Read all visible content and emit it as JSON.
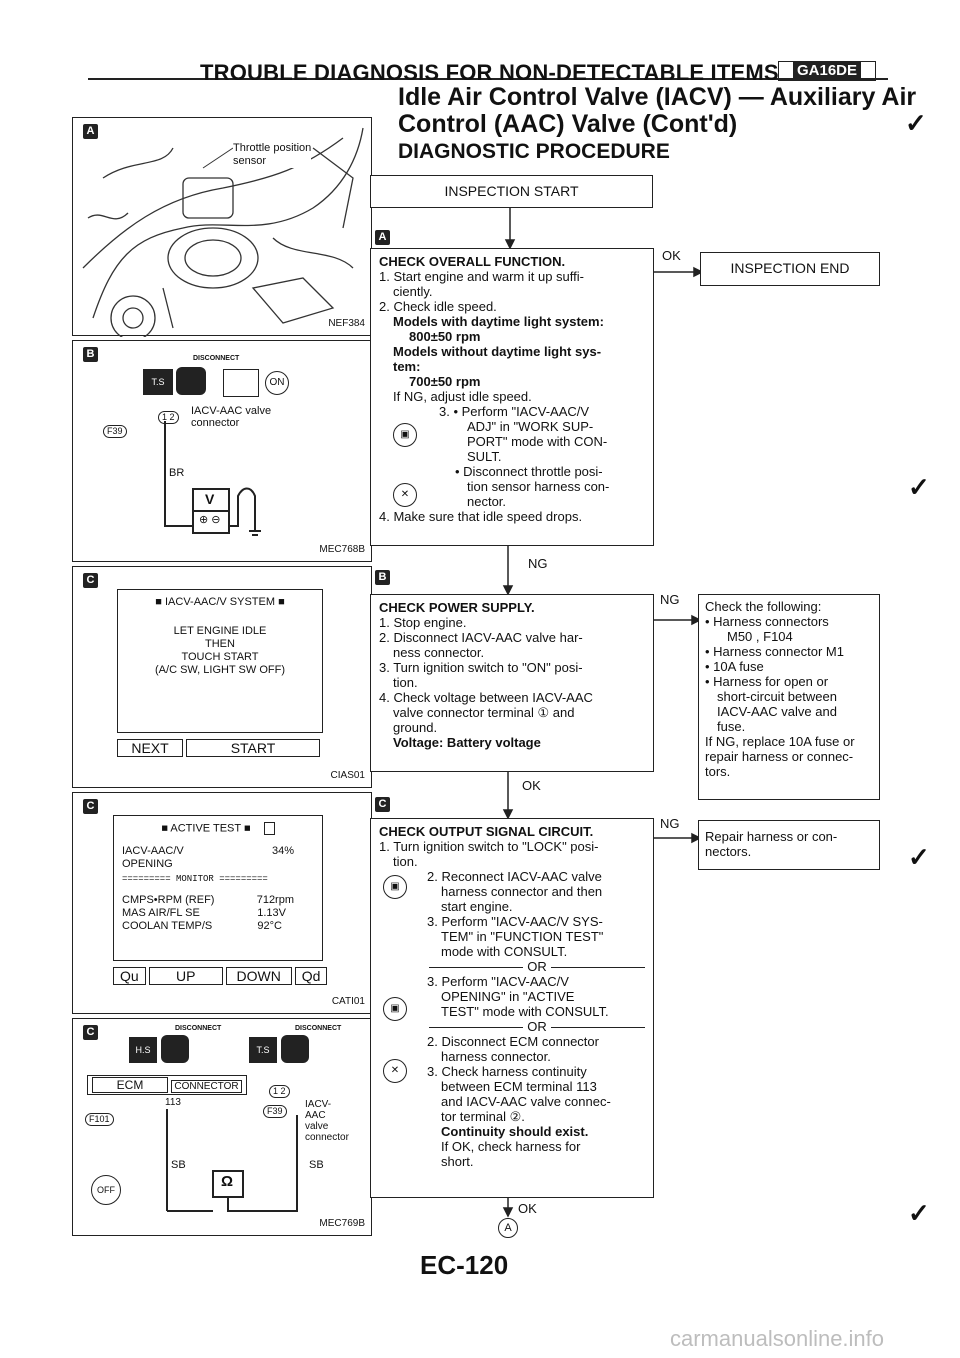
{
  "page": {
    "header": "TROUBLE DIAGNOSIS FOR NON-DETECTABLE ITEMS",
    "header_badge": "GA16DE",
    "title_line1": "Idle Air Control Valve (IACV) — Auxiliary Air",
    "title_line2": "Control (AAC) Valve (Cont'd)",
    "subtitle": "DIAGNOSTIC PROCEDURE",
    "page_number": "EC-120",
    "footer_url": "carmanualsonline.info"
  },
  "figures": {
    "a": {
      "badge": "A",
      "label1": "Throttle position",
      "label2": "sensor",
      "code": "NEF384"
    },
    "b": {
      "badge": "B",
      "disconnect": "DISCONNECT",
      "connector_pins": "1 2",
      "connector_label1": "IACV-AAC valve",
      "connector_label2": "connector",
      "conn_id": "F39",
      "wire": "BR",
      "meter": "V",
      "code": "MEC768B"
    },
    "c1": {
      "badge": "C",
      "screen_title": "IACV-AAC/V SYSTEM",
      "line1": "LET ENGINE IDLE",
      "line2": "THEN",
      "line3": "TOUCH START",
      "line4": "(A/C SW, LIGHT SW OFF)",
      "btn_next": "NEXT",
      "btn_start": "START",
      "code": "CIAS01"
    },
    "c2": {
      "badge": "C",
      "screen_title": "ACTIVE TEST",
      "r1_label": "IACV-AAC/V",
      "r1_value": "34%",
      "r1_label2": "OPENING",
      "monitor": "========= MONITOR =========",
      "m1_label": "CMPS•RPM (REF)",
      "m1_value": "712rpm",
      "m2_label": "MAS AIR/FL SE",
      "m2_value": "1.13V",
      "m3_label": "COOLAN TEMP/S",
      "m3_value": "92°C",
      "btn_qu": "Qu",
      "btn_up": "UP",
      "btn_down": "DOWN",
      "btn_qd": "Qd",
      "code": "CATI01"
    },
    "c3": {
      "badge": "C",
      "disconnect": "DISCONNECT",
      "ecm": "ECM",
      "connector": "CONNECTOR",
      "term": "113",
      "conn_ecm": "F101",
      "conn_v": "F39",
      "pins": "1 2",
      "valve1": "IACV-",
      "valve2": "AAC",
      "valve3": "valve",
      "valve4": "connector",
      "wire1": "SB",
      "wire2": "SB",
      "meter": "Ω",
      "off": "OFF",
      "code": "MEC769B"
    }
  },
  "flow": {
    "start": "INSPECTION START",
    "end": "INSPECTION END",
    "ok1": "OK",
    "ng1": "NG",
    "ng2": "NG",
    "ok2": "OK",
    "ng3": "NG",
    "ok3": "OK",
    "final": "A",
    "badgeA": "A",
    "badgeB": "B",
    "badgeC": "C",
    "box1": {
      "title": "CHECK OVERALL FUNCTION.",
      "l1": "1. Start engine and warm it up suffi-",
      "l2": "ciently.",
      "l3": "2. Check idle speed.",
      "l4": "Models with daytime light system:",
      "l5": "800±50 rpm",
      "l6": "Models without daytime light sys-",
      "l7": "tem:",
      "l8": "700±50 rpm",
      "l9": "If NG, adjust idle speed.",
      "l10": "3. • Perform \"IACV-AAC/V",
      "l11": "ADJ\" in \"WORK SUP-",
      "l12": "PORT\" mode with CON-",
      "l13": "SULT.",
      "l14": "• Disconnect throttle posi-",
      "l15": "tion sensor harness con-",
      "l16": "nector.",
      "l17": "4. Make sure that idle speed drops."
    },
    "box2": {
      "title": "CHECK POWER SUPPLY.",
      "l1": "1. Stop engine.",
      "l2": "2. Disconnect IACV-AAC valve har-",
      "l3": "ness connector.",
      "l4": "3. Turn ignition switch to \"ON\" posi-",
      "l5": "tion.",
      "l6": "4. Check voltage between IACV-AAC",
      "l7": "valve connector terminal ① and",
      "l8": "ground.",
      "l9": "Voltage: Battery voltage"
    },
    "side2": {
      "l1": "Check the following:",
      "l2": "• Harness connectors",
      "l3": "M50 , F104",
      "l4": "• Harness connector M1",
      "l5": "• 10A fuse",
      "l6": "• Harness for open or",
      "l7": "short-circuit between",
      "l8": "IACV-AAC valve and",
      "l9": "fuse.",
      "l10": "If NG, replace 10A fuse or",
      "l11": "repair harness or connec-",
      "l12": "tors."
    },
    "box3": {
      "title": "CHECK OUTPUT SIGNAL CIRCUIT.",
      "l1": "1. Turn ignition switch to \"LOCK\" posi-",
      "l2": "tion.",
      "l3": "2. Reconnect IACV-AAC valve",
      "l4": "harness connector and then",
      "l5": "start engine.",
      "l6": "3. Perform \"IACV-AAC/V SYS-",
      "l7": "TEM\" in \"FUNCTION TEST\"",
      "l8": "mode with CONSULT.",
      "or1": "OR",
      "l9": "3. Perform \"IACV-AAC/V",
      "l10": "OPENING\" in \"ACTIVE",
      "l11": "TEST\" mode with CONSULT.",
      "or2": "OR",
      "l12": "2. Disconnect ECM connector",
      "l13": "harness connector.",
      "l14": "3. Check harness continuity",
      "l15": "between ECM terminal 113",
      "l16": "and IACV-AAC valve connec-",
      "l17": "tor terminal ②.",
      "l18": "Continuity should exist.",
      "l19": "If OK, check harness for",
      "l20": "short."
    },
    "side3": {
      "l1": "Repair harness or con-",
      "l2": "nectors."
    }
  }
}
